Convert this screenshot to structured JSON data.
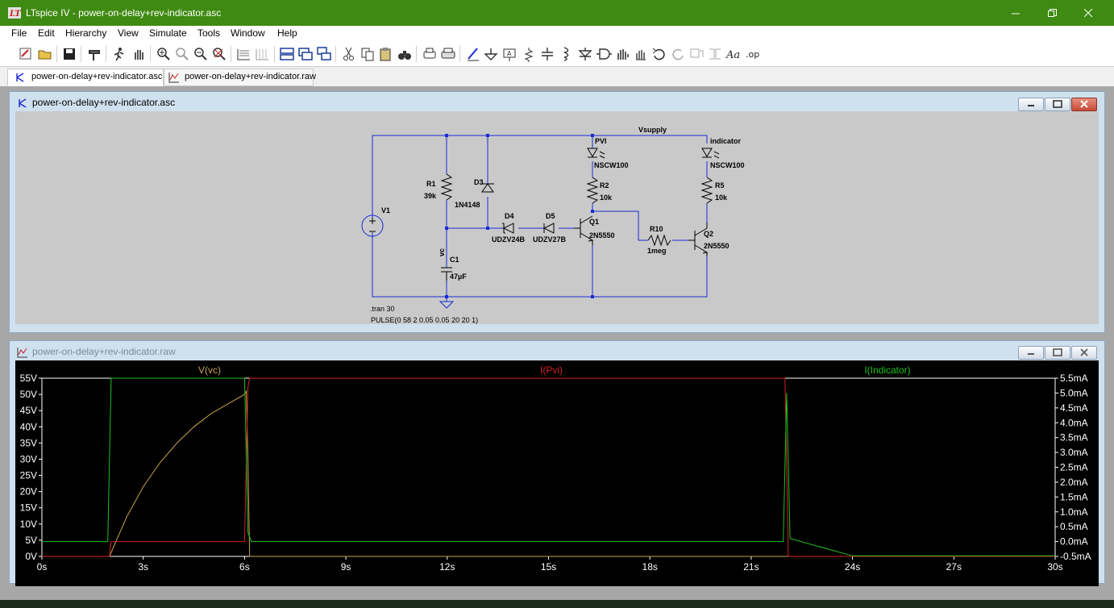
{
  "window": {
    "title": "LTspice IV - power-on-delay+rev-indicator.asc"
  },
  "menu": [
    "File",
    "Edit",
    "Hierarchy",
    "View",
    "Simulate",
    "Tools",
    "Window",
    "Help"
  ],
  "toolbar": {
    "icons": [
      "new-schematic",
      "open",
      "save",
      "control-panel",
      "run",
      "pan",
      "zoom-in",
      "zoom-area",
      "zoom-out",
      "zoom-fit",
      "autorange",
      "toggle-grid",
      "tile-horizontal",
      "tile-vertical",
      "cascade",
      "cut",
      "copy",
      "paste",
      "find",
      "print-preview",
      "print",
      "draw-wire",
      "ground",
      "label-net",
      "resistor",
      "capacitor",
      "inductor",
      "diode",
      "component",
      "move",
      "drag",
      "undo",
      "redo",
      "rotate",
      "mirror",
      "text",
      "spice-directive"
    ]
  },
  "tabs": [
    {
      "label": "power-on-delay+rev-indicator.asc"
    },
    {
      "label": "power-on-delay+rev-indicator.raw"
    }
  ],
  "schematic_window": {
    "title": "power-on-delay+rev-indicator.asc"
  },
  "plot_window": {
    "title": "power-on-delay+rev-indicator.raw"
  },
  "schematic": {
    "labels": {
      "vsupply": "Vsupply",
      "v1": "V1",
      "r1": "R1",
      "r1_val": "39k",
      "d3": "D3",
      "d3_val": "1N4148",
      "vc": "vc",
      "c1": "C1",
      "c1_val": "47µF",
      "d4": "D4",
      "d4_val": "UDZV24B",
      "d5": "D5",
      "d5_val": "UDZV27B",
      "pvi": "PVI",
      "led1_val": "NSCW100",
      "r2": "R2",
      "r2_val": "10k",
      "q1": "Q1",
      "q1_val": "2N5550",
      "r10": "R10",
      "r10_val": "1meg",
      "indicator": "indicator",
      "led2_val": "NSCW100",
      "r5": "R5",
      "r5_val": "10k",
      "q2": "Q2",
      "q2_val": "2N5550",
      "tran": ".tran 30",
      "pulse": "PULSE(0 58 2 0.05 0.05 20 20 1)"
    }
  },
  "colors": {
    "vc": "#c9a24a",
    "pvi": "#d62020",
    "indicator": "#20c020",
    "wire": "#1a2ad6"
  },
  "chart_data": {
    "type": "line",
    "traces": [
      {
        "name": "V(vc)",
        "axis": "left",
        "color": "#c9a24a",
        "x": [
          0,
          2,
          2.5,
          3,
          3.5,
          4,
          4.5,
          5,
          5.5,
          6,
          6.05,
          6.1,
          6.15,
          30
        ],
        "y": [
          0,
          0,
          12,
          21.5,
          29,
          35,
          40,
          44,
          47,
          50,
          51,
          30,
          0,
          0
        ]
      },
      {
        "name": "I(Pvi)",
        "axis": "right",
        "color": "#d62020",
        "x": [
          0,
          2,
          2.05,
          6,
          6.1,
          6.15,
          22,
          22.1,
          30
        ],
        "y": [
          -0.5,
          -0.5,
          0,
          0,
          5.2,
          5.5,
          5.5,
          -0.5,
          -0.5
        ]
      },
      {
        "name": "I(Indicator)",
        "axis": "right",
        "color": "#20c020",
        "x": [
          0,
          1.95,
          2.05,
          6,
          6.1,
          6.2,
          21.95,
          22.05,
          22.15,
          24,
          30
        ],
        "y": [
          0,
          0,
          5.5,
          5.5,
          0.3,
          0,
          0,
          5,
          0.1,
          -0.48,
          -0.48
        ]
      }
    ],
    "xlim": [
      0,
      30
    ],
    "xticks": [
      "0s",
      "3s",
      "6s",
      "9s",
      "12s",
      "15s",
      "18s",
      "21s",
      "24s",
      "27s",
      "30s"
    ],
    "ylim_left": [
      0,
      55
    ],
    "yticks_left": [
      "0V",
      "5V",
      "10V",
      "15V",
      "20V",
      "25V",
      "30V",
      "35V",
      "40V",
      "45V",
      "50V",
      "55V"
    ],
    "ylim_right": [
      -0.5,
      5.5
    ],
    "yticks_right": [
      "-0.5mA",
      "0.0mA",
      "0.5mA",
      "1.0mA",
      "1.5mA",
      "2.0mA",
      "2.5mA",
      "3.0mA",
      "3.5mA",
      "4.0mA",
      "4.5mA",
      "5.0mA",
      "5.5mA"
    ],
    "grid": false
  }
}
